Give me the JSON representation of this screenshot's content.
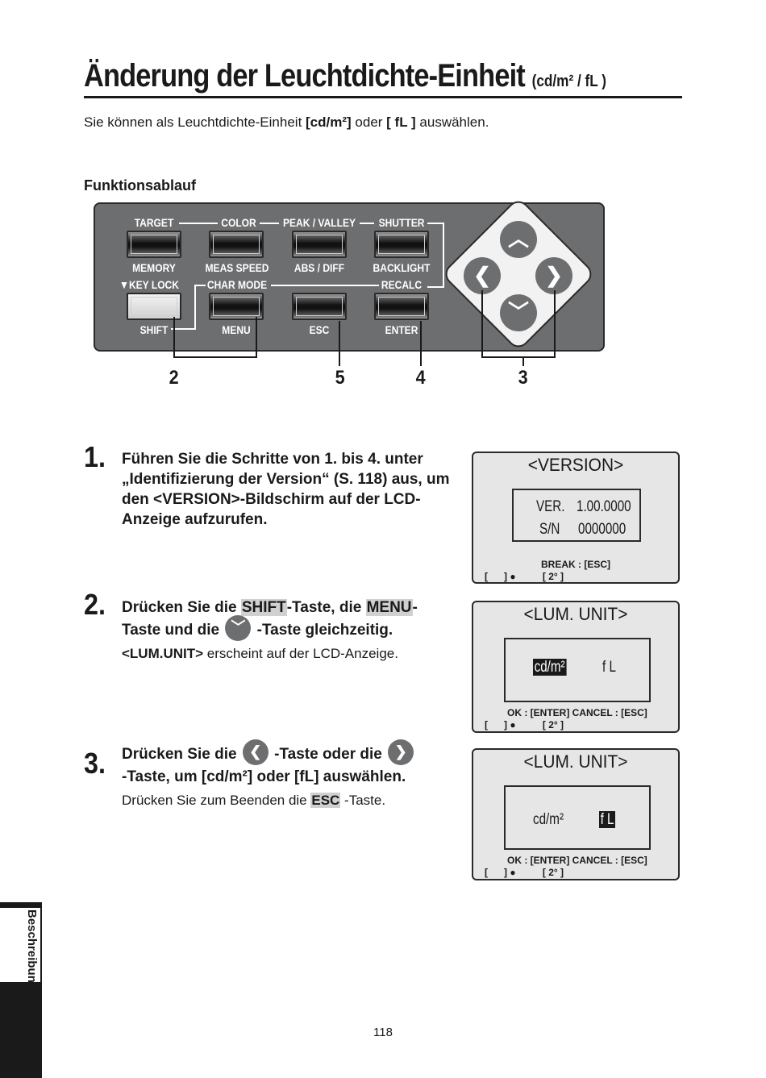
{
  "title": {
    "main": "Änderung der Leuchtdichte-Einheit",
    "unit": "(cd/m² / fL )"
  },
  "intro": {
    "pre": "Sie können als Leuchtdichte-Einheit ",
    "opt1": "[cd/m²]",
    "mid": " oder ",
    "opt2": "[ fL ]",
    "post": " auswählen."
  },
  "section_title": "Funktionsablauf",
  "keypad": {
    "top_labels": [
      "TARGET",
      "COLOR",
      "PEAK / VALLEY",
      "SHUTTER"
    ],
    "mid_labels": [
      "MEMORY",
      "MEAS SPEED",
      "ABS / DIFF",
      "BACKLIGHT"
    ],
    "row2_labels": [
      "▼KEY LOCK",
      "CHAR MODE",
      "RECALC"
    ],
    "bottom_labels": [
      "SHIFT",
      "MENU",
      "ESC",
      "ENTER"
    ],
    "arrows": {
      "up": "︿",
      "left": "❮",
      "right": "❯",
      "down": "﹀"
    }
  },
  "callouts": [
    "2",
    "5",
    "4",
    "3"
  ],
  "steps": [
    {
      "number": "1.",
      "text": "Führen Sie die Schritte von 1. bis 4. unter „Identifizierung der Version“ (S. 118) aus, um den <VERSION>-Bildschirm auf der LCD-Anzeige aufzurufen."
    },
    {
      "number": "2.",
      "t1": "Drücken Sie die ",
      "k1": "SHIFT",
      "t2": "-Taste, die ",
      "k2": "MENU",
      "t3": "-",
      "t4": "Taste und die ",
      "icon": "﹀",
      "t5": " -Taste gleichzeitig.",
      "note_bold": "<LUM.UNIT>",
      "note": " erscheint auf der LCD-Anzeige."
    },
    {
      "number": "3.",
      "t1": "Drücken Sie die ",
      "icon1": "❮",
      "t2": " -Taste oder die ",
      "icon2": "❯",
      "t3": "-Taste, um [cd/m²] oder [fL] auswählen.",
      "note_pre": "Drücken Sie zum Beenden die ",
      "key": "ESC",
      "note_post": " -Taste."
    }
  ],
  "lcd_version": {
    "title": "<VERSION>",
    "ver_label": "VER.",
    "ver_value": "1.00.0000",
    "sn_label": "S/N",
    "sn_value": "0000000",
    "footer": "BREAK : [ESC]",
    "status": "[      ] ●          [ 2° ]"
  },
  "lcd_lum1": {
    "title": "<LUM.  UNIT>",
    "opt1": "cd/m²",
    "opt2": "f L",
    "footer": "OK : [ENTER]   CANCEL : [ESC]",
    "status": "[      ] ●          [ 2° ]"
  },
  "lcd_lum2": {
    "title": "<LUM.  UNIT>",
    "opt1": "cd/m²",
    "opt2": "f L",
    "footer": "OK : [ENTER]   CANCEL : [ESC]",
    "status": "[      ] ●          [ 2° ]"
  },
  "side_tab": "Beschreibung",
  "page_number": "118"
}
